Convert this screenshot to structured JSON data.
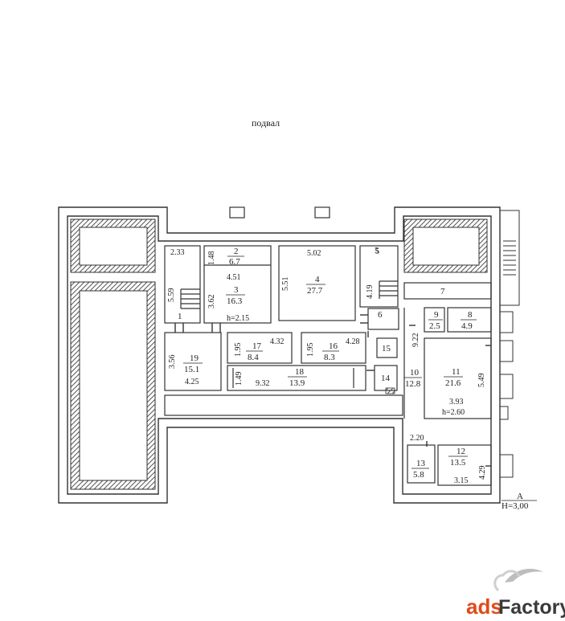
{
  "title": "подвал",
  "marks": {
    "A": "A",
    "height": "H=3,00"
  },
  "rooms": [
    {
      "id": "1",
      "area": ""
    },
    {
      "id": "2",
      "area": "6.7"
    },
    {
      "id": "3",
      "area": "16.3"
    },
    {
      "id": "4",
      "area": "27.7"
    },
    {
      "id": "5",
      "area": ""
    },
    {
      "id": "6",
      "area": ""
    },
    {
      "id": "7",
      "area": ""
    },
    {
      "id": "8",
      "area": "4.9"
    },
    {
      "id": "9",
      "area": "2.5"
    },
    {
      "id": "10",
      "area": "12.8"
    },
    {
      "id": "11",
      "area": "21.6"
    },
    {
      "id": "12",
      "area": "13.5"
    },
    {
      "id": "13",
      "area": "5.8"
    },
    {
      "id": "14",
      "area": ""
    },
    {
      "id": "15",
      "area": ""
    },
    {
      "id": "16",
      "area": "8.3"
    },
    {
      "id": "17",
      "area": "8.4"
    },
    {
      "id": "18",
      "area": "13.9"
    },
    {
      "id": "19",
      "area": "15.1"
    }
  ],
  "dimensions": {
    "d233": "2.33",
    "d559": "5.59",
    "d148": "1.48",
    "d451": "4.51",
    "d362": "3.62",
    "h215": "h=2.15",
    "d502": "5.02",
    "d551": "5.51",
    "d5b": "5",
    "d419": "4.19",
    "d922": "9.22",
    "d549": "5.49",
    "d393": "3.93",
    "h260": "h=2.60",
    "d220": "2.20",
    "d429": "4.29",
    "d315": "3.15",
    "d356": "3.56",
    "d425": "4.25",
    "d195a": "1.95",
    "d432": "4.32",
    "d195b": "1.95",
    "d428": "4.28",
    "d149": "1.49",
    "d932": "9.32"
  },
  "watermark": {
    "part1": "ads",
    "part2": "Factory"
  },
  "colors": {
    "line": "#333333",
    "hatch": "#555555",
    "watermark_accent": "#e04a1a"
  }
}
